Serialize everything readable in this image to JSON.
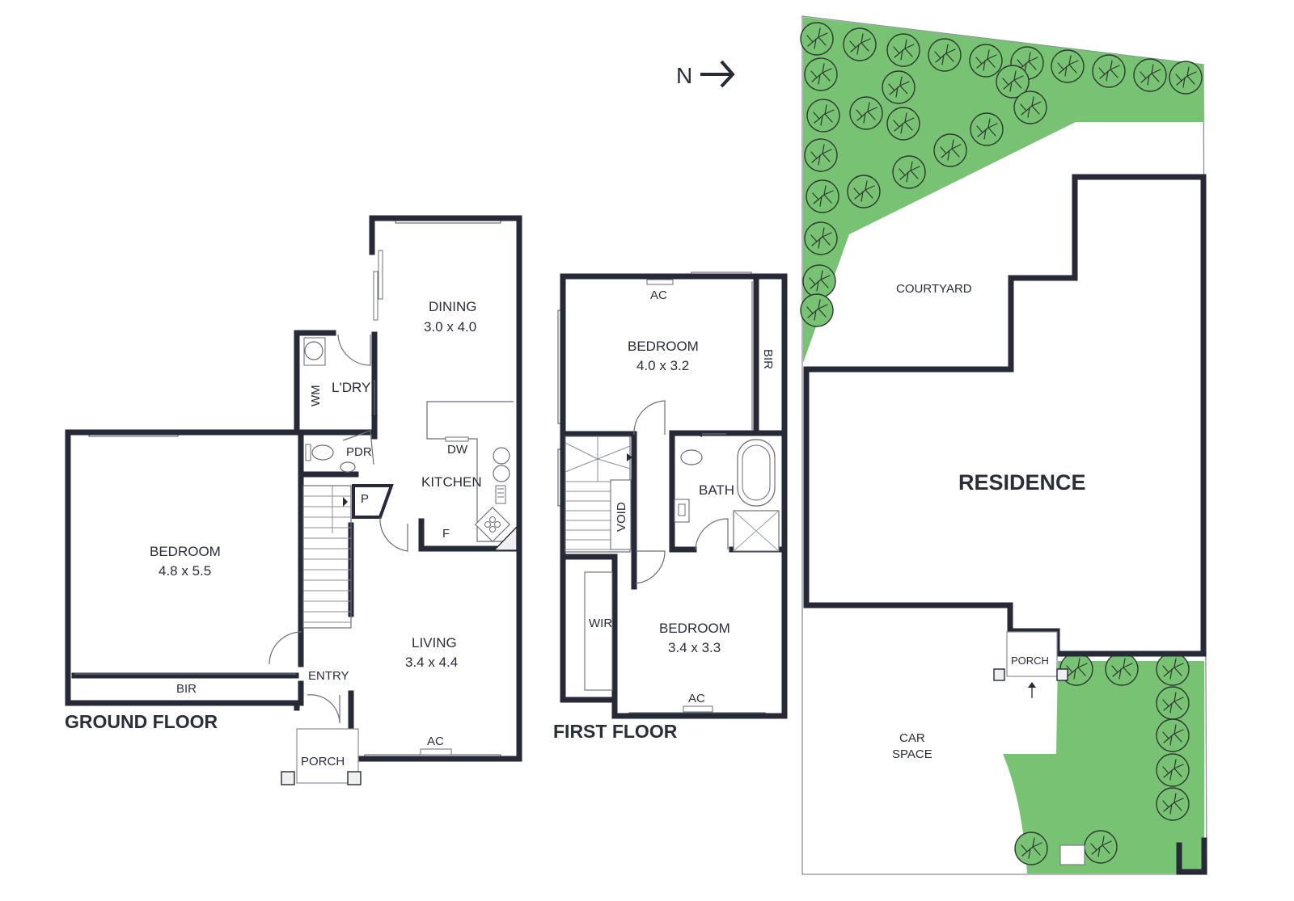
{
  "compass": {
    "label": "N"
  },
  "ground_floor": {
    "title": "GROUND FLOOR",
    "dining": {
      "name": "DINING",
      "size": "3.0 x 4.0"
    },
    "laundry": {
      "name": "L'DRY",
      "wm": "WM"
    },
    "powder": {
      "name": "PDR"
    },
    "pantry": {
      "name": "P"
    },
    "kitchen": {
      "name": "KITCHEN",
      "dw": "DW",
      "fridge": "F"
    },
    "bedroom": {
      "name": "BEDROOM",
      "size": "4.8 x 5.5",
      "bir": "BIR"
    },
    "living": {
      "name": "LIVING",
      "size": "3.4 x 4.4",
      "ac": "AC"
    },
    "entry": {
      "name": "ENTRY"
    },
    "porch": {
      "name": "PORCH"
    }
  },
  "first_floor": {
    "title": "FIRST FLOOR",
    "bedroom1": {
      "name": "BEDROOM",
      "size": "4.0 x 3.2",
      "ac": "AC",
      "bir": "BIR"
    },
    "void": {
      "name": "VOID"
    },
    "bath": {
      "name": "BATH"
    },
    "wir": {
      "name": "WIR"
    },
    "bedroom2": {
      "name": "BEDROOM",
      "size": "3.4 x 3.3",
      "ac": "AC"
    }
  },
  "site": {
    "courtyard": "COURTYARD",
    "residence": "RESIDENCE",
    "porch": "PORCH",
    "car_space_line1": "CAR",
    "car_space_line2": "SPACE"
  },
  "colors": {
    "wall": "#252a36",
    "garden": "#78c274",
    "text": "#2a2e38"
  },
  "icons": [
    "north-arrow-icon",
    "tree-icon",
    "toilet-icon",
    "basin-icon",
    "bathtub-icon",
    "shower-icon",
    "cooktop-icon",
    "washing-machine-icon"
  ]
}
